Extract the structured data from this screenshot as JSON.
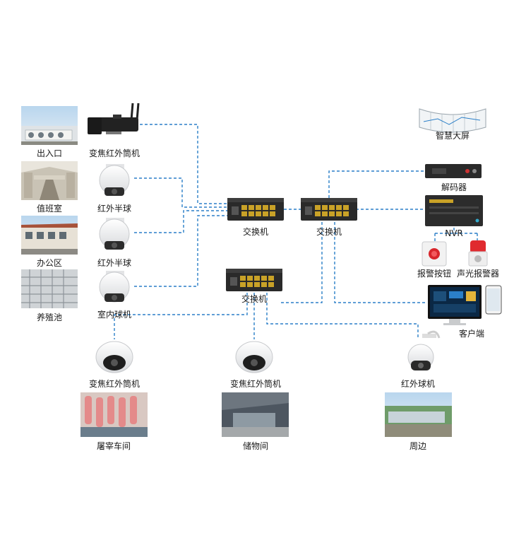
{
  "locations": {
    "entrance": "出入口",
    "duty_room": "值班室",
    "office": "办公区",
    "breeding_pool": "养殖池",
    "slaughter_room": "屠宰车间",
    "storage_room": "储物间",
    "perimeter": "周边"
  },
  "devices": {
    "zoom_ir_bullet": "变焦红外筒机",
    "ir_dome_1": "红外半球",
    "ir_dome_2": "红外半球",
    "indoor_dome": "室内球机",
    "zoom_ir_bullet_2": "变焦红外筒机",
    "zoom_ir_bullet_3": "变焦红外筒机",
    "ir_speed_dome": "红外球机",
    "switch_1": "交换机",
    "switch_2": "交换机",
    "switch_3": "交换机",
    "smart_screen": "智慧大屏",
    "decoder": "解码器",
    "nvr": "NVR",
    "alarm_button": "报警按钮",
    "sound_light_alarm": "声光报警器",
    "client": "客户端"
  },
  "colors": {
    "link": "#2b7fc8",
    "device_dark": "#2a2a2a",
    "port_accent": "#c9a227"
  }
}
